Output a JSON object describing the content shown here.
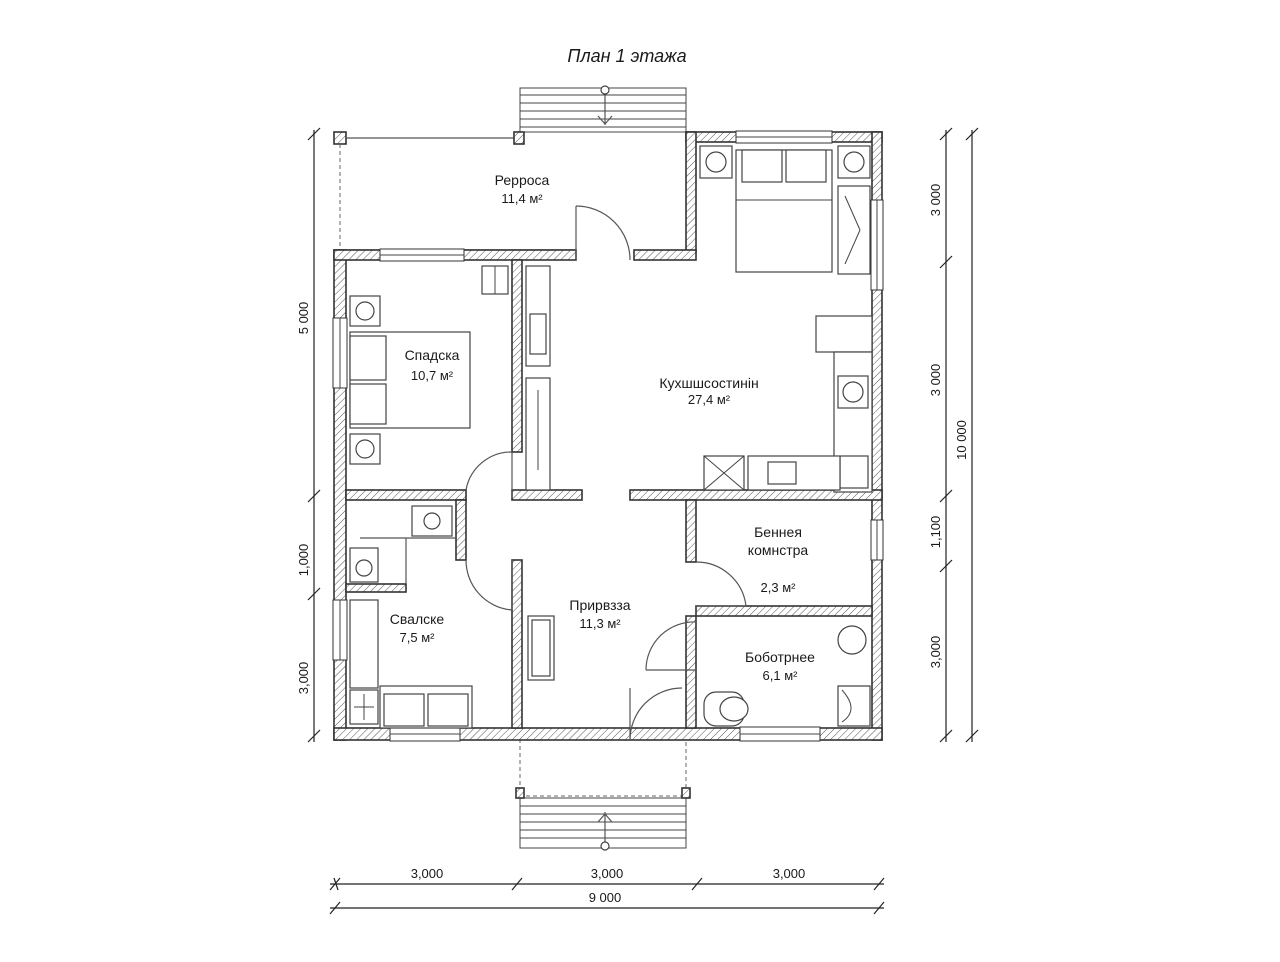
{
  "title": "План 1 этажа",
  "rooms": {
    "terrace": {
      "name": "Рерроса",
      "area": "11,4 м²"
    },
    "bedroom1": {
      "name": "Спадска",
      "area": "10,7 м²"
    },
    "kitchen": {
      "name": "Кухшшсостинін",
      "area": "27,4 м²"
    },
    "bedroom2": {
      "name": "Свалске",
      "area": "7,5 м²"
    },
    "hall": {
      "name": "Прирвзза",
      "area": "11,3 м²"
    },
    "storage": {
      "name_line1": "Беннея",
      "name_line2": "комнстра",
      "area": "2,3 м²"
    },
    "bath": {
      "name": "Боботрнее",
      "area": "6,1 м²"
    }
  },
  "dimensions": {
    "bottom": [
      "3,000",
      "3,000",
      "3,000"
    ],
    "bottom_total": "9 000",
    "left": [
      "5 000",
      "1,000",
      "3,000"
    ],
    "right": [
      "3 000",
      "3 000",
      "1,100",
      "3,000"
    ],
    "right_total": "10 000"
  }
}
